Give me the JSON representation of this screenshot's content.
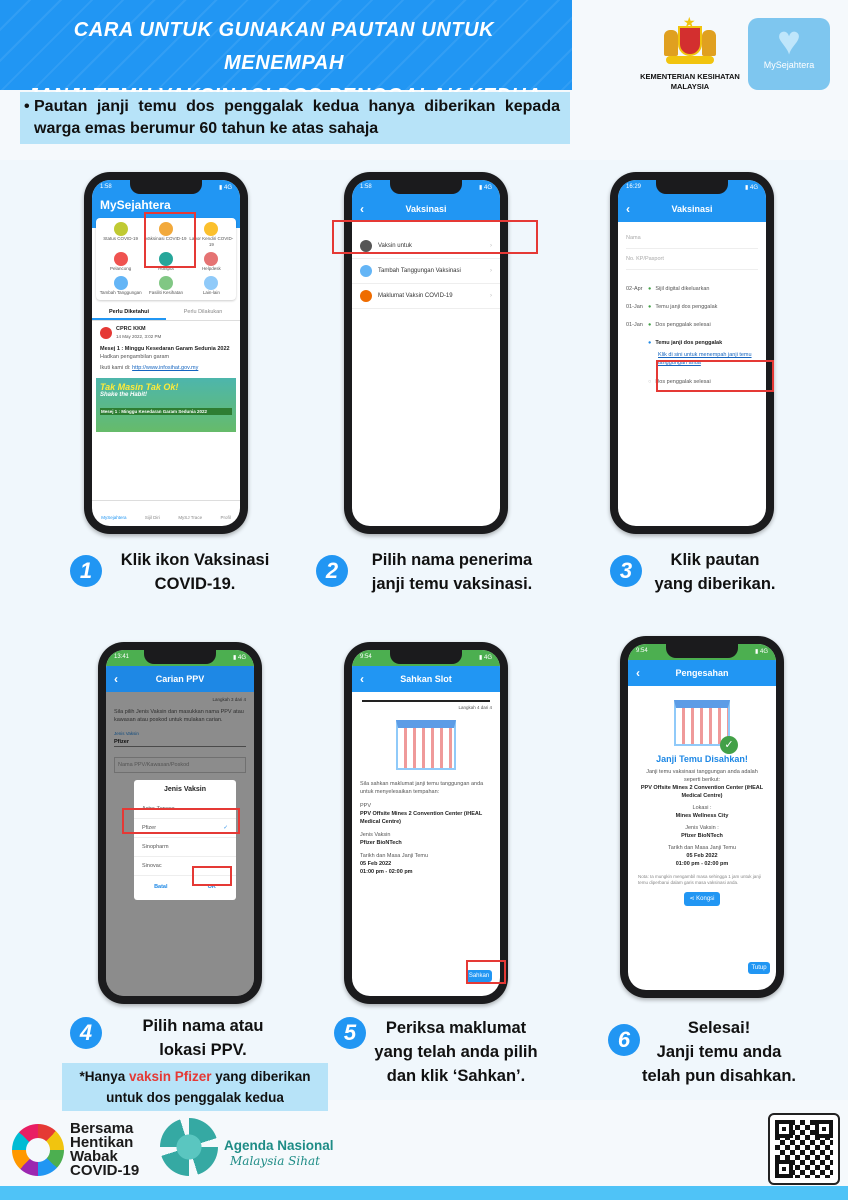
{
  "header": {
    "title_line1": "Cara untuk gunakan pautan untuk menempah",
    "title_line2": "janji temu vaksinasi dos penggalak kedua",
    "note_bullet": "•",
    "note": "Pautan janji temu dos penggalak kedua hanya diberikan kepada warga emas berumur 60 tahun ke atas sahaja"
  },
  "logos": {
    "kkm_line1": "KEMENTERIAN KESIHATAN",
    "kkm_line2": "MALAYSIA",
    "mysejahtera": "MySejahtera"
  },
  "phone1": {
    "time": "1:58",
    "app_title": "MySejahtera",
    "grid": [
      "Status COVID-19",
      "Vaksinasi COVID-19",
      "Lapor Kendiri COVID-19",
      "Pelancong",
      "Hotspot",
      "Helpdesk",
      "Tambah Tanggungan",
      "Fasiliti Kesihatan",
      "Lain-lain"
    ],
    "tab1": "Perlu Diketahui",
    "tab2": "Perlu Dilakukan",
    "sender": "CPRC KKM",
    "date": "14 May 2022, 3:02 PM",
    "msg_title": "Mesej 1 : Minggu Kesedaran Garam Sedunia 2022",
    "msg_body": "Hadkan pengambilan garam",
    "msg_link_label": "Ikuti kami di:",
    "msg_link": "http://www.infosihat.gov.my",
    "banner_line1": "Tak Masin Tak Ok!",
    "banner_line2": "Shake the Habit!",
    "banner_line3": "Mesej 1 : Minggu Kesedaran Garam Sedunia 2022",
    "bottom_nav": [
      "MySejahtera",
      "Sijil Diri",
      "MySJ Trace",
      "Profil"
    ]
  },
  "phone2": {
    "time": "1:58",
    "nav_title": "Vaksinasi",
    "items": [
      "Vaksin untuk",
      "Tambah Tanggungan Vaksinasi",
      "Maklumat Vaksin COVID-19"
    ]
  },
  "phone3": {
    "time": "16:29",
    "nav_title": "Vaksinasi",
    "field_name": "Nama",
    "field_id": "No. KP/Pasport",
    "timeline": [
      {
        "date": "02-Apr",
        "label": "Sijil digital dikeluarkan"
      },
      {
        "date": "01-Jan",
        "label": "Temu janji dos penggalak"
      },
      {
        "date": "01-Jan",
        "label": "Dos penggalak selesai"
      }
    ],
    "second_title": "Temu janji dos penggalak",
    "link_text": "Klik di sini untuk menempah janji temu tanggungan anda",
    "second_done": "Dos penggalak selesai"
  },
  "phone4": {
    "time": "13:41",
    "nav_title": "Carian PPV",
    "step": "Langkah 3 dari 4",
    "instructions": "Sila pilih Jenis Vaksin dan masukkan nama PPV atau kawasan atau poskod untuk mulakan carian.",
    "vaccine_label": "Jenis Vaksin",
    "vaccine_value": "Pfizer",
    "search_placeholder": "Nama PPV/Kawasan/Poskod",
    "dialog_title": "Jenis Vaksin",
    "options": [
      "Astra Zeneca",
      "Pfizer",
      "Sinopharm",
      "Sinovac"
    ],
    "check": "✓",
    "cancel": "Batal",
    "ok": "OK"
  },
  "phone5": {
    "time": "9:54",
    "nav_title": "Sahkan Slot",
    "step": "Langkah 4 dari 4",
    "confirm_text": "Sila sahkan maklumat janji temu tanggungan anda untuk menyelesaikan tempahan:",
    "ppv_label": "PPV",
    "ppv_value": "PPV Offsite Mines 2 Convention Center (iHEAL Medical Centre)",
    "vaccine_label": "Jenis Vaksin",
    "vaccine_value": "Pfizer BioNTech",
    "datetime_label": "Tarikh dan Masa Janji Temu",
    "date_value": "05 Feb 2022",
    "time_value": "01:00 pm - 02:00 pm",
    "button": "Sahkan"
  },
  "phone6": {
    "time": "9:54",
    "nav_title": "Pengesahan",
    "heading": "Janji Temu Disahkan!",
    "intro": "Janji temu vaksinasi tanggungan anda adalah seperti berikut:",
    "ppv_value": "PPV Offsite Mines 2 Convention Center (iHEAL Medical Centre)",
    "lokasi_label": "Lokasi :",
    "lokasi_value": "Mines Wellness City",
    "vaccine_label": "Jenis Vaksin :",
    "vaccine_value": "Pfizer BioNTech",
    "datetime_label": "Tarikh dan Masa Janji Temu",
    "date_value": "05 Feb 2022",
    "time_value": "01:00 pm - 02:00 pm",
    "footnote": "Nota: Ia mungkin mengambil masa sehingga 1 jam untuk janji temu diperbarui dalam garis masa vaksinasi anda.",
    "share": "Kongsi",
    "close": "Tutup"
  },
  "steps": [
    {
      "num": "1",
      "line1": "Klik ikon Vaksinasi",
      "line2": "COVID-19."
    },
    {
      "num": "2",
      "line1": "Pilih nama penerima",
      "line2": "janji temu vaksinasi."
    },
    {
      "num": "3",
      "line1": "Klik pautan",
      "line2": "yang diberikan."
    },
    {
      "num": "4",
      "line1": "Pilih nama atau",
      "line2": "lokasi PPV."
    },
    {
      "num": "5",
      "line1": "Periksa maklumat",
      "line2": "yang telah anda pilih",
      "line3": "dan klik ‘Sahkan’."
    },
    {
      "num": "6",
      "line1": "Selesai!",
      "line2": "Janji temu anda",
      "line3": "telah pun disahkan."
    }
  ],
  "pfizer_note": {
    "pre": "*Hanya ",
    "highlight": "vaksin Pfizer",
    "post": " yang diberikan",
    "line2": "untuk dos penggalak kedua"
  },
  "footer": {
    "bh_line1": "Bersama",
    "bh_line2": "Hentikan",
    "bh_line3": "Wabak",
    "bh_line4": "COVID-19",
    "an_line1": "Agenda Nasional",
    "an_line2": "Malaysia Sihat"
  },
  "colors": {
    "primary_blue": "#2196f3",
    "light_blue": "#b7e3f8",
    "highlight_red": "#e53935"
  }
}
